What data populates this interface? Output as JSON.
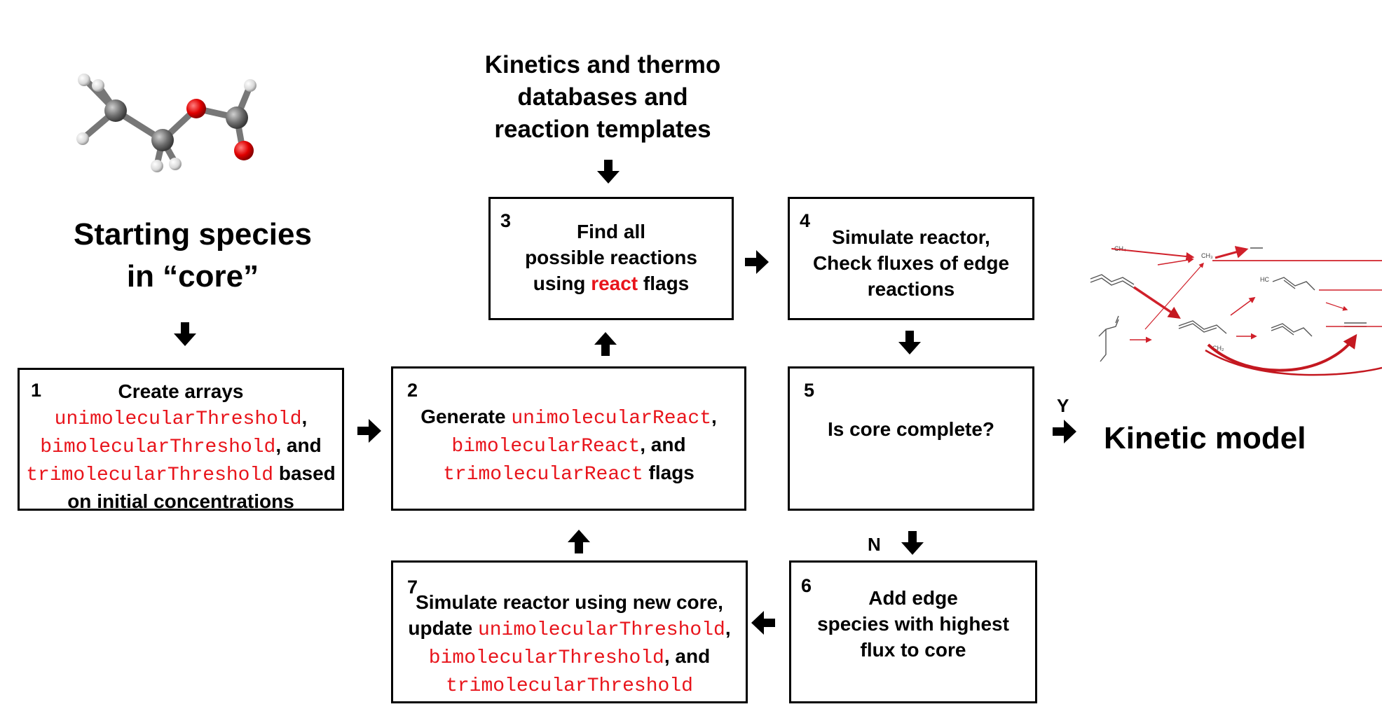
{
  "colors": {
    "accent_red": "#e8141b",
    "border": "#000000"
  },
  "molecule": {
    "icon": "ethyl-formate-ball-and-stick-molecule"
  },
  "starting_species": {
    "line1": "Starting species",
    "line2": "in “core”"
  },
  "databases": {
    "line1": "Kinetics and thermo",
    "line2": "databases and",
    "line3": "reaction templates"
  },
  "kinetic_model": {
    "label": "Kinetic model",
    "icon": "reaction-network-sketch"
  },
  "decision": {
    "yes_label": "Y",
    "no_label": "N"
  },
  "boxes": {
    "b1": {
      "number": "1",
      "line1": "Create arrays",
      "var1": "unimolecularThreshold",
      "sep1": ",",
      "var2": "bimolecularThreshold",
      "sep2": ", and",
      "var3": "trimolecularThreshold",
      "sep3": " based",
      "line5": "on initial concentrations"
    },
    "b2": {
      "number": "2",
      "pre1": "Generate ",
      "var1": "unimolecularReact",
      "sep1": ",",
      "var2": "bimolecularReact",
      "sep2": ", and",
      "var3": "trimolecularReact",
      "sep3": " flags"
    },
    "b3": {
      "number": "3",
      "line1": "Find all",
      "line2": "possible reactions",
      "pre3": "using ",
      "red3": "react",
      "post3": " flags"
    },
    "b4": {
      "number": "4",
      "line1": "Simulate reactor,",
      "line2": "Check fluxes of edge",
      "line3": "reactions"
    },
    "b5": {
      "number": "5",
      "line1": "Is core complete?"
    },
    "b6": {
      "number": "6",
      "line1": "Add edge",
      "line2": "species with highest",
      "line3": "flux to core"
    },
    "b7": {
      "number": "7",
      "line1": "Simulate reactor using new core,",
      "pre2": "update ",
      "var2": "unimolecularThreshold",
      "sep2": ",",
      "var3": "bimolecularThreshold",
      "sep3": ", and",
      "var4": "trimolecularThreshold"
    }
  },
  "network_labels": {
    "ch4": "CH₄",
    "ch3": "CH₃",
    "hc": "HC",
    "ch2": "CH₂"
  }
}
